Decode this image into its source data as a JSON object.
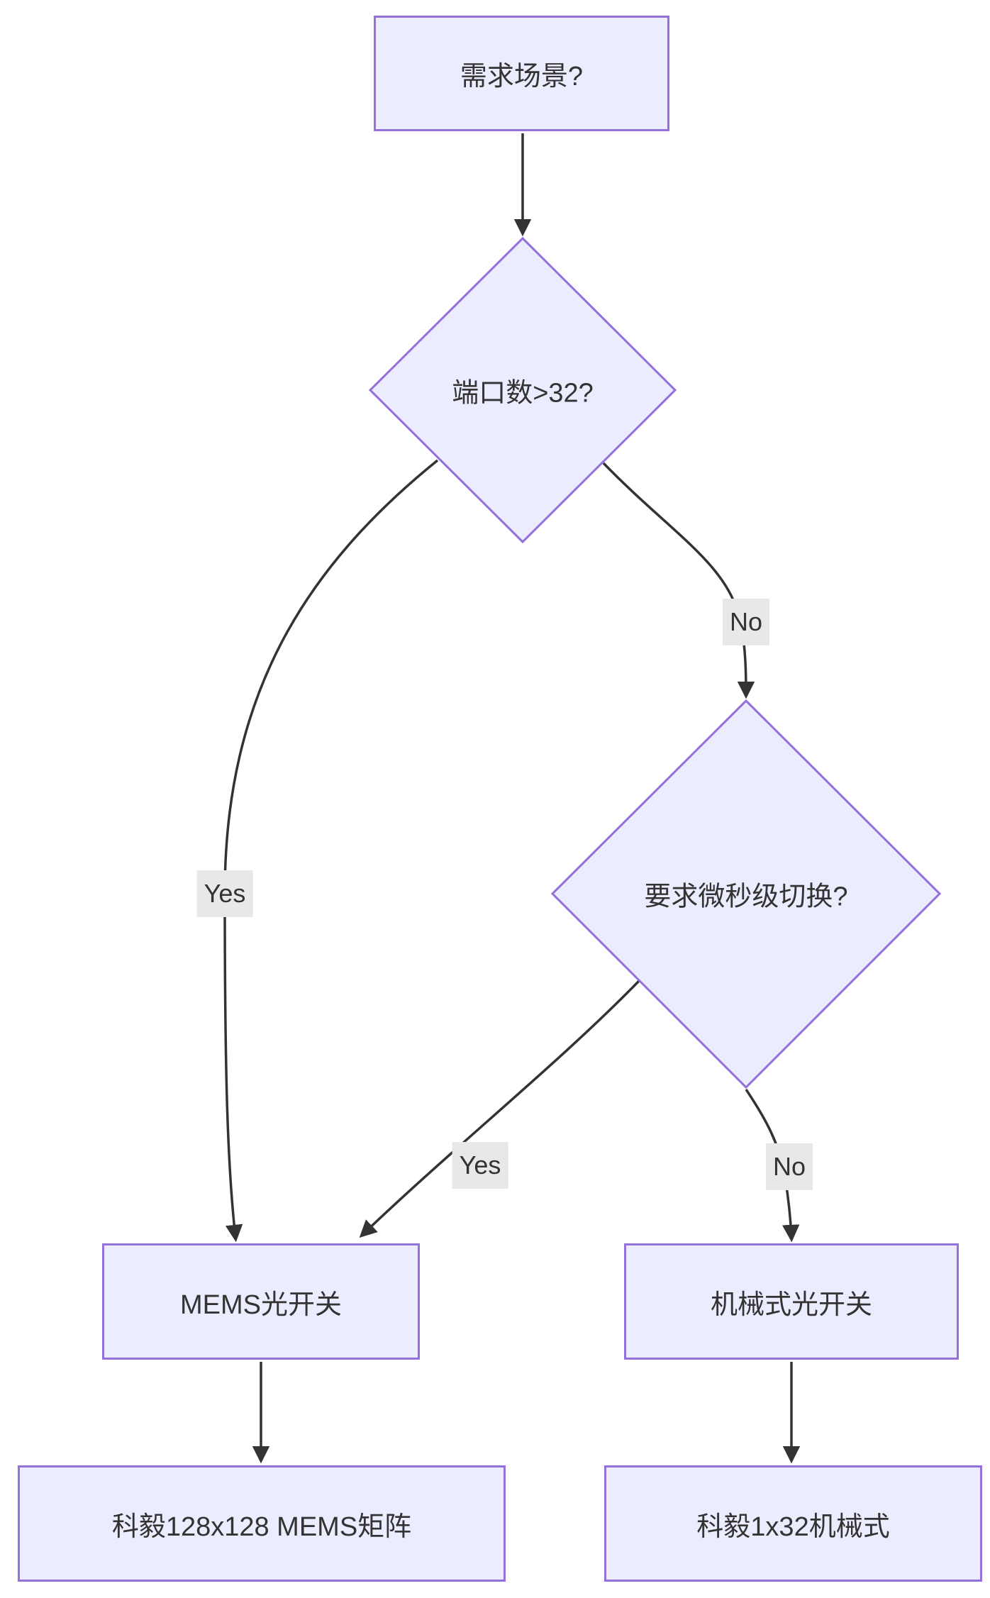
{
  "diagram": {
    "nodes": {
      "demand": {
        "label": "需求场景?"
      },
      "port_count": {
        "label": "端口数>32?"
      },
      "switch_speed": {
        "label": "要求微秒级切换?"
      },
      "mems_switch": {
        "label": "MEMS光开关"
      },
      "mech_switch": {
        "label": "机械式光开关"
      },
      "keyi_mems": {
        "label": "科毅128x128 MEMS矩阵"
      },
      "keyi_mech": {
        "label": "科毅1x32机械式"
      }
    },
    "edges": {
      "port_yes": {
        "label": "Yes"
      },
      "port_no": {
        "label": "No"
      },
      "speed_yes": {
        "label": "Yes"
      },
      "speed_no": {
        "label": "No"
      }
    }
  },
  "theme": {
    "canvas-bg": "#ffffff",
    "node-fill": "#ECECFF",
    "node-border": "#9370DB",
    "edge-color": "#333333",
    "text-color": "#333333",
    "edge-label-bg": "#e8e8e8"
  }
}
